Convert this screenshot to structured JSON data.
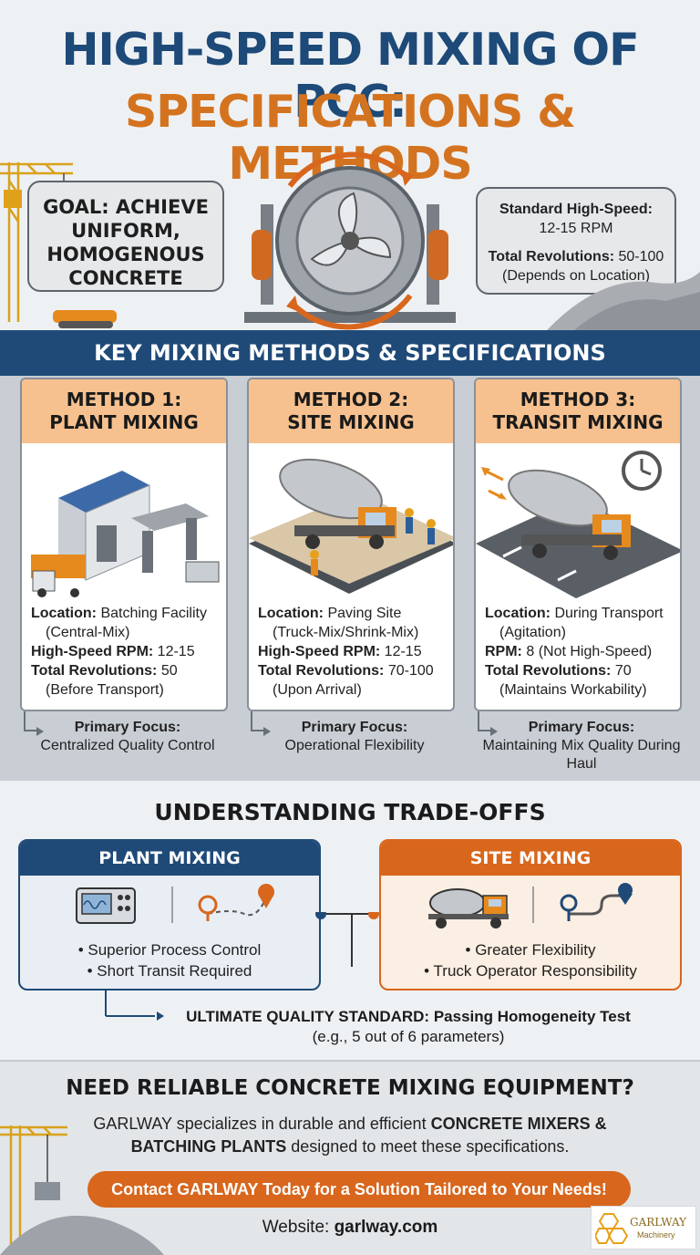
{
  "title": {
    "line1": "HIGH-SPEED MIXING OF PCC:",
    "line2": "SPECIFICATIONS & METHODS"
  },
  "hero": {
    "goal": "GOAL: ACHIEVE UNIFORM, HOMOGENOUS CONCRETE",
    "spec_label1": "Standard High-Speed:",
    "spec_value1": "12-15 RPM",
    "spec_label2": "Total Revolutions:",
    "spec_value2": "50-100",
    "spec_note": "(Depends on Location)"
  },
  "methods_banner": "KEY MIXING METHODS & SPECIFICATIONS",
  "methods": [
    {
      "head1": "METHOD 1:",
      "head2": "PLANT MIXING",
      "loc_label": "Location:",
      "loc_value": "Batching Facility",
      "loc_note": "(Central-Mix)",
      "rpm_label": "High-Speed RPM:",
      "rpm_value": "12-15",
      "rev_label": "Total Revolutions:",
      "rev_value": "50",
      "rev_note": "(Before Transport)",
      "focus_label": "Primary Focus:",
      "focus_value": "Centralized Quality Control"
    },
    {
      "head1": "METHOD 2:",
      "head2": "SITE MIXING",
      "loc_label": "Location:",
      "loc_value": "Paving Site",
      "loc_note": "(Truck-Mix/Shrink-Mix)",
      "rpm_label": "High-Speed RPM:",
      "rpm_value": "12-15",
      "rev_label": "Total Revolutions:",
      "rev_value": "70-100",
      "rev_note": "(Upon Arrival)",
      "focus_label": "Primary Focus:",
      "focus_value": "Operational Flexibility"
    },
    {
      "head1": "METHOD 3:",
      "head2": "TRANSIT MIXING",
      "loc_label": "Location:",
      "loc_value": "During Transport",
      "loc_note": "(Agitation)",
      "rpm_label": "RPM:",
      "rpm_value": "8 (Not High-Speed)",
      "rev_label": "Total Revolutions:",
      "rev_value": "70",
      "rev_note": "(Maintains Workability)",
      "focus_label": "Primary Focus:",
      "focus_value": "Maintaining Mix Quality During Haul"
    }
  ],
  "tradeoffs": {
    "title": "UNDERSTANDING TRADE-OFFS",
    "plant": {
      "head": "PLANT MIXING",
      "bullet1": "• Superior Process Control",
      "bullet2": "• Short Transit Required"
    },
    "site": {
      "head": "SITE MIXING",
      "bullet1": "• Greater Flexibility",
      "bullet2": "• Truck Operator Responsibility"
    },
    "ultimate_label": "ULTIMATE QUALITY STANDARD:",
    "ultimate_value": "Passing Homogeneity Test",
    "ultimate_note": "(e.g., 5 out of 6 parameters)"
  },
  "cta": {
    "need": "NEED RELIABLE CONCRETE MIXING EQUIPMENT?",
    "desc_pre": "GARLWAY specializes in durable and efficient",
    "desc_bold": "CONCRETE MIXERS & BATCHING PLANTS",
    "desc_post": "designed to meet these specifications.",
    "contact": "Contact GARLWAY Today for a Solution Tailored to Your Needs!",
    "website_label": "Website:",
    "website_value": "garlway.com",
    "logo_text": "GARLWAY",
    "logo_sub": "Machinery"
  },
  "colors": {
    "navy": "#1f4a78",
    "orange": "#d8661c",
    "peach": "#f6c18f"
  }
}
